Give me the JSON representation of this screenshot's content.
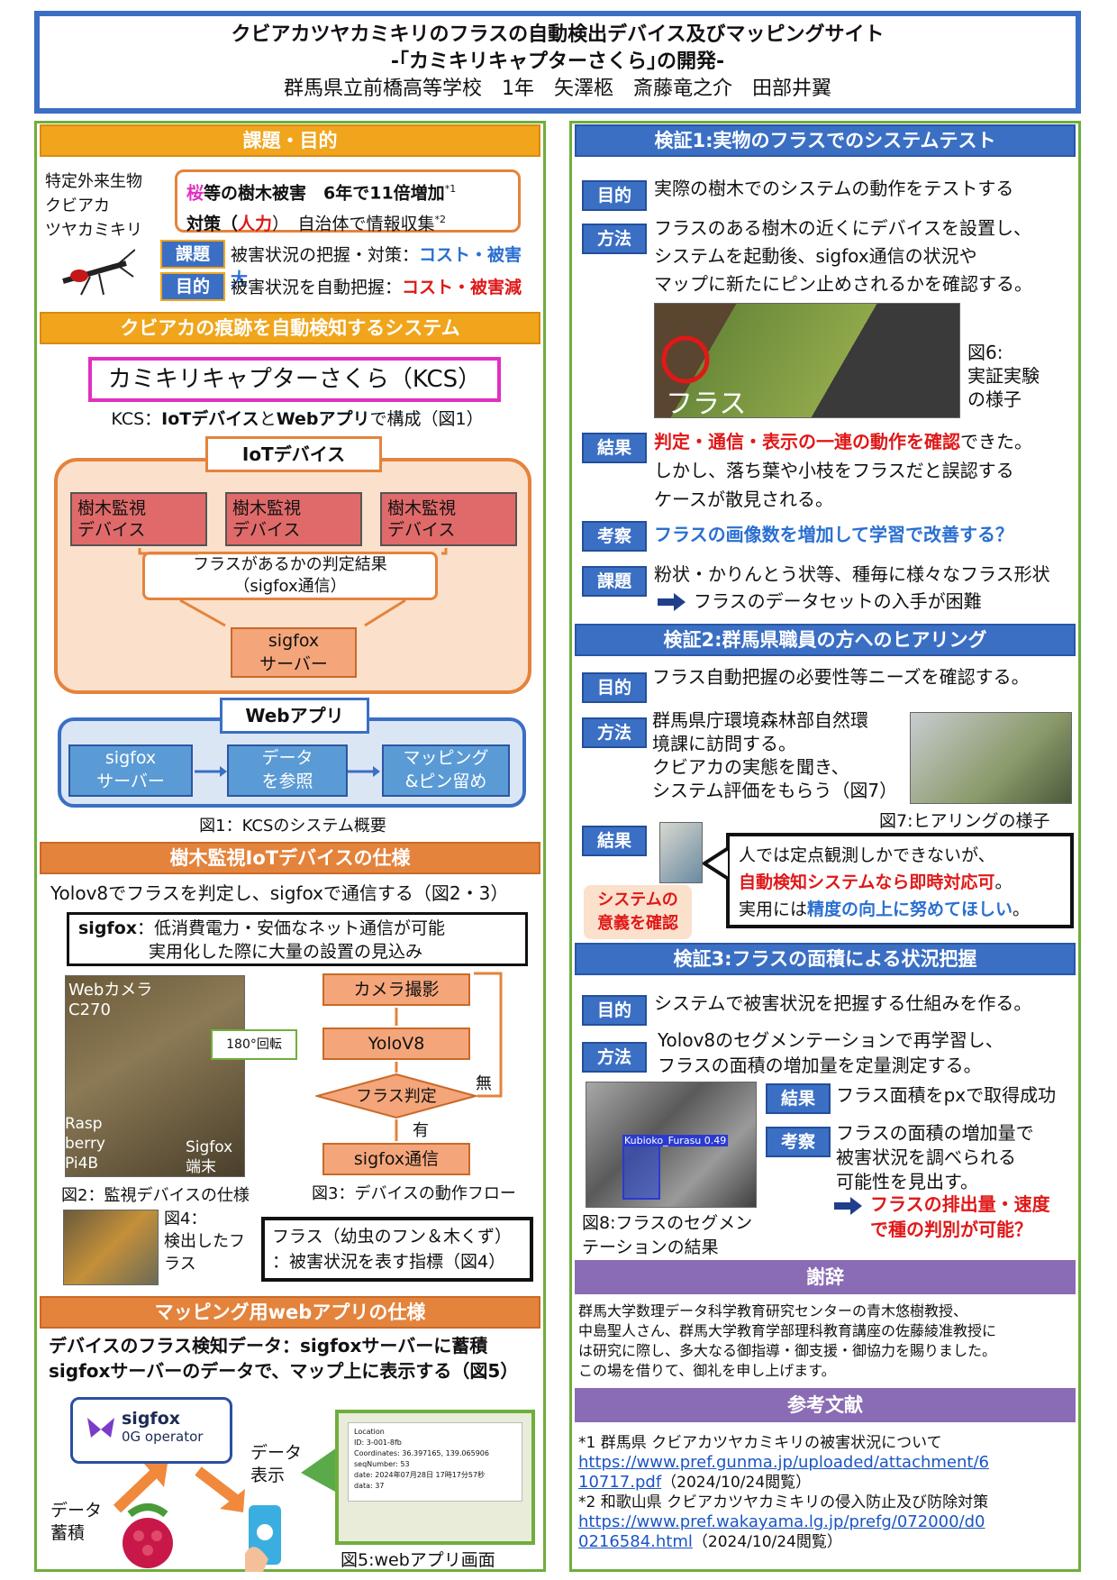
{
  "header": {
    "title1": "クビアカツヤカミキリのフラスの自動検出デバイス及びマッピングサイト",
    "title2": "-｢カミキリキャプターさくら｣の開発-",
    "authors": "群馬県立前橋高等学校　1年　矢澤柩　斎藤竜之介　田部井翼"
  },
  "s1": {
    "title": "課題・目的",
    "species": "特定外来生物\nクビアカ\nツヤカミキリ",
    "damage1a": "桜",
    "damage1b": "等の樹木被害　6年で11倍増加",
    "damage1c": "*1",
    "damage2a": "対策（",
    "damage2b": "人力",
    "damage2c": "）　自治体で情報収集",
    "damage2d": "*2",
    "issue_lbl": "課題",
    "issue_a": "被害状況の把握・対策：",
    "issue_b": "コスト・被害大",
    "goal_lbl": "目的",
    "goal_a": "被害状況を自動把握：",
    "goal_b": "コスト・被害減"
  },
  "s2": {
    "title": "クビアカの痕跡を自動検知するシステム",
    "kcs": "カミキリキャプターさくら（KCS）",
    "desc_a": "KCS：",
    "desc_b": "IoTデバイス",
    "desc_c": "と",
    "desc_d": "Webアプリ",
    "desc_e": "で構成（図1）",
    "iot": "IoTデバイス",
    "dev1": "樹木監視\nデバイス",
    "dev2": "樹木監視\nデバイス",
    "dev3": "樹木監視\nデバイス",
    "judge": "フラスがあるかの判定結果\n（sigfox通信）",
    "server": "sigfox\nサーバー",
    "web": "Webアプリ",
    "w1": "sigfox\nサーバー",
    "w2": "データ\nを参照",
    "w3": "マッピング\n&ピン留め",
    "cap": "図1：KCSのシステム概要"
  },
  "s3": {
    "title": "樹木監視IoTデバイスの仕様",
    "lead": "Yolov8でフラスを判定し、sigfoxで通信する（図2・3）",
    "sig_a": "sigfox",
    "sig_b": "：低消費電力・安価なネット通信が可能",
    "sig_c": "実用化した際に大量の設置の見込み",
    "cam": "Webカメラ\nC270",
    "rot": "180°回転",
    "pi": "Rasp\nberry\nPi4B",
    "sfx": "Sigfox\n端末",
    "f1": "カメラ撮影",
    "f2": "YoloV8",
    "f3": "フラス判定",
    "f4": "sigfox通信",
    "no": "無",
    "yes": "有",
    "cap2": "図2：監視デバイスの仕様",
    "cap3": "図3：デバイスの動作フロー",
    "cap4": "図4：\n検出したフ\nラス",
    "def": "フラス（幼虫のフン＆木くず）\n：被害状況を表す指標（図4）"
  },
  "s4": {
    "title": "マッピング用webアプリの仕様",
    "l1": "デバイスのフラス検知データ：sigfoxサーバーに蓄積",
    "l2": "sigfoxサーバーのデータで、マップ上に表示する（図5）",
    "logo1": "sigfox",
    "logo2": "0G operator",
    "disp": "データ\n表示",
    "store": "データ\n蓄積",
    "popup": "Location\nID: 3-001-8fb\nCoordinates: 36.397165, 139.065906\nseqNumber: 53\ndate: 2024年07月28日 17時17分57秒\ndata: 37",
    "cap5": "図5:webアプリ画面"
  },
  "v1": {
    "title": "検証1:実物のフラスでのシステムテスト",
    "p_lbl": "目的",
    "p": "実際の樹木でのシステムの動作をテストする",
    "m_lbl": "方法",
    "m": "フラスのある樹木の近くにデバイスを設置し、\nシステムを起動後、sigfox通信の状況や\nマップに新たにピン止めされるかを確認する。",
    "fras": "フラス",
    "cap6": "図6:\n実証実験\nの様子",
    "r_lbl": "結果",
    "r_a": "判定・通信・表示の一連の動作を確認",
    "r_b": "できた。",
    "r_c": "しかし、落ち葉や小枝をフラスだと誤認する\nケースが散見される。",
    "c_lbl": "考察",
    "c": "フラスの画像数を増加して学習で改善する？",
    "i_lbl": "課題",
    "i": "粉状・かりんとう状等、種毎に様々なフラス形状",
    "i2": "フラスのデータセットの入手が困難"
  },
  "v2": {
    "title": "検証2:群馬県職員の方へのヒアリング",
    "p_lbl": "目的",
    "p": "フラス自動把握の必要性等ニーズを確認する。",
    "m_lbl": "方法",
    "m": "群馬県庁環境森林部自然環\n境課に訪問する。\nクビアカの実態を聞き、\nシステム評価をもらう（図7）",
    "cap7": "図7:ヒアリングの様子",
    "r_lbl": "結果",
    "q1": "人では定点観測しかできないが、",
    "q2": "自動検知システムなら即時対応可",
    "q2b": "。",
    "q3a": "実用には",
    "q3b": "精度の向上に努めてほしい",
    "q3c": "。",
    "sig": "システムの\n意義を確認"
  },
  "v3": {
    "title": "検証3:フラスの面積による状況把握",
    "p_lbl": "目的",
    "p": "システムで被害状況を把握する仕組みを作る。",
    "m_lbl": "方法",
    "m": "Yolov8のセグメンテーションで再学習し、\nフラスの面積の増加量を定量測定する。",
    "seg": "Kubioko_Furasu 0.49",
    "r_lbl": "結果",
    "r": "フラス面積をpxで取得成功",
    "c_lbl": "考察",
    "c": "フラスの面積の増加量で\n被害状況を調べられる\n可能性を見出す。",
    "cap8": "図8:フラスのセグメン\nテーションの結果",
    "next": "フラスの排出量・速度\nで種の判別が可能？"
  },
  "ack": {
    "title": "謝辞",
    "text": "群馬大学数理データ科学教育研究センターの青木悠樹教授、\n中島聖人さん、群馬大学教育学部理科教育講座の佐藤綾准教授に\nは研究に際し、多大なる御指導・御支援・御協力を賜りました。\nこの場を借りて、御礼を申し上げます。"
  },
  "refs": {
    "title": "参考文献",
    "r1": "*1 群馬県 クビアカツヤカミキリの被害状況について",
    "r1u": "https://www.pref.gunma.jp/uploaded/attachment/6\n10717.pdf",
    "r1d": "（2024/10/24閲覧）",
    "r2": "*2 和歌山県 クビアカツヤカミキリの侵入防止及び防除対策",
    "r2u": "https://www.pref.wakayama.lg.jp/prefg/072000/d0\n0216584.html",
    "r2d": "（2024/10/24閲覧）"
  }
}
